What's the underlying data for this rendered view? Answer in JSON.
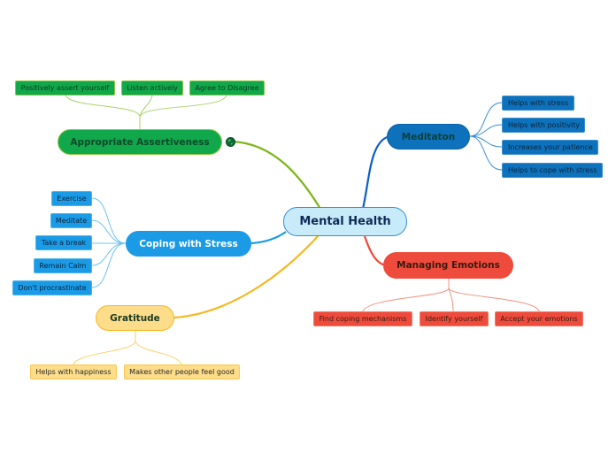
{
  "center": {
    "label": "Mental Health"
  },
  "branches": {
    "assertiveness": {
      "label": "Appropriate Assertiveness",
      "color": "#10a84a",
      "line_color": "#7cb51a",
      "has_link_icon": true,
      "link_icon": "globe-icon",
      "children": [
        "Positively assert yourself",
        "Listen actively",
        "Agree to Disagree"
      ]
    },
    "meditation": {
      "label": "Meditaton",
      "color": "#0d72bb",
      "line_color": "#0b5cc9",
      "children": [
        "Helps with stress",
        "Helps with positivity",
        "Increases your patience",
        "Helps to cope with stress"
      ]
    },
    "coping": {
      "label": "Coping with Stress",
      "color": "#1b9be6",
      "line_color": "#1b9be6",
      "children": [
        "Exercise",
        "Meditate",
        "Take a break",
        "Remain Calm",
        "Don't procrastinate"
      ]
    },
    "emotions": {
      "label": "Managing Emotions",
      "color": "#ee4b3c",
      "line_color": "#ee4b3c",
      "children": [
        "Find coping mechanisms",
        "Identify yourself",
        "Accept your emotions"
      ]
    },
    "gratitude": {
      "label": "Gratitude",
      "color": "#fddc8a",
      "line_color": "#f6b821",
      "children": [
        "Helps with happiness",
        "Makes other people feel good"
      ]
    }
  }
}
